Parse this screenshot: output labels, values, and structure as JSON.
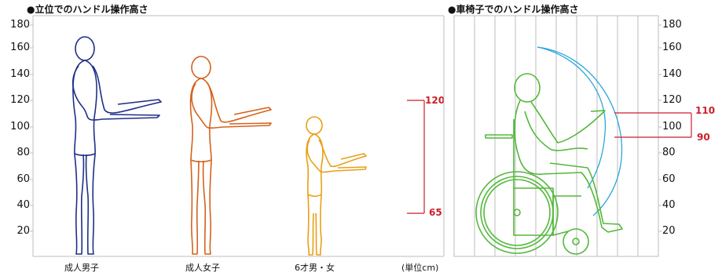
{
  "left_panel": {
    "title": "●立位でのハンドル操作高さ",
    "y_ticks": [
      "180",
      "160",
      "140",
      "120",
      "100",
      "80",
      "60",
      "40",
      "20"
    ],
    "figures": [
      "成人男子",
      "成人女子",
      "6才男・女"
    ],
    "range_high": "120",
    "range_low": "65",
    "unit": "(単位cm)"
  },
  "right_panel": {
    "title": "●車椅子でのハンドル操作高さ",
    "y_ticks": [
      "180",
      "160",
      "140",
      "120",
      "100",
      "80",
      "60",
      "40",
      "20"
    ],
    "range_high": "110",
    "range_low": "90"
  },
  "colors": {
    "adult_male": "#1f2f86",
    "adult_female": "#d4621d",
    "child": "#e8a017",
    "wheelchair": "#53b83a",
    "reach_arc": "#2aa7da",
    "marker": "#cc1f2a",
    "grid": "#bdbdbd"
  }
}
